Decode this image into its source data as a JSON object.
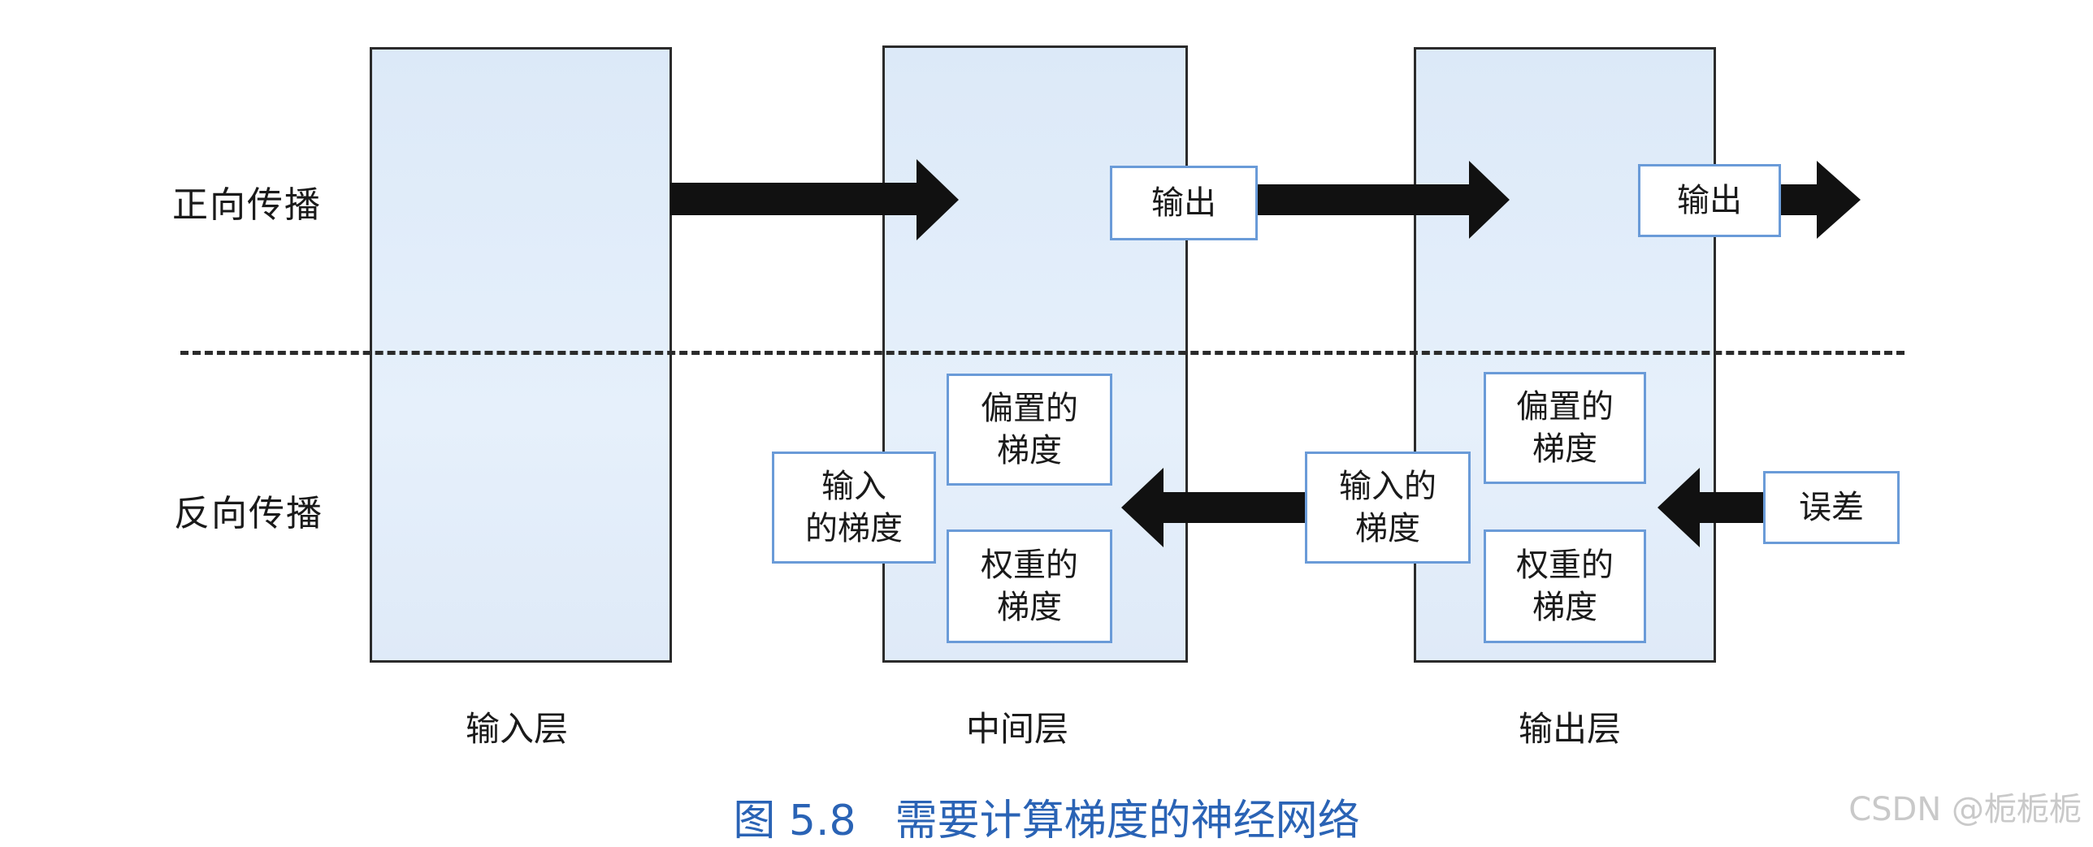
{
  "rows": {
    "forward": "正向传播",
    "backward": "反向传播"
  },
  "layers": {
    "input": "输入层",
    "hidden": "中间层",
    "output": "输出层"
  },
  "boxes": {
    "hidden_output": "输出",
    "output_output": "输出",
    "hidden_bias_grad": [
      "偏置的",
      "梯度"
    ],
    "hidden_weight_grad": [
      "权重的",
      "梯度"
    ],
    "hidden_input_grad": [
      "输入",
      "的梯度"
    ],
    "output_bias_grad": [
      "偏置的",
      "梯度"
    ],
    "output_weight_grad": [
      "权重的",
      "梯度"
    ],
    "output_input_grad": [
      "输入的",
      "梯度"
    ],
    "error": "误差"
  },
  "caption": {
    "figure_number": "图 5.8",
    "title": "需要计算梯度的神经网络"
  },
  "watermark": "CSDN @栀栀栀",
  "colors": {
    "layer_fill": "#dfeaf8",
    "box_border": "#6a9bd8",
    "arrow": "#111111",
    "caption": "#2a63b5"
  }
}
